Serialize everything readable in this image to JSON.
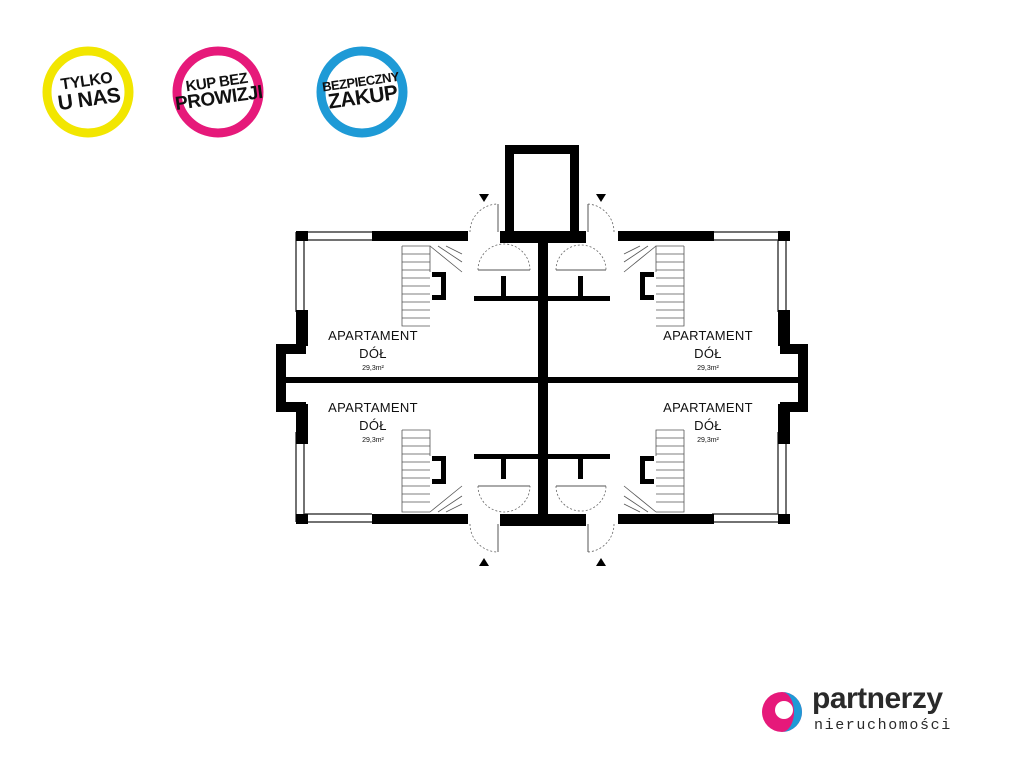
{
  "badges": [
    {
      "line1": "TYLKO",
      "line2": "U NAS",
      "color": "#f2e600"
    },
    {
      "line1": "KUP BEZ",
      "line2": "PROWIZJI",
      "color": "#e6197a"
    },
    {
      "line1": "BEZPIECZNY",
      "line2": "ZAKUP",
      "color": "#1e9ad6"
    }
  ],
  "rooms": [
    {
      "name": "APARTAMENT",
      "level": "DÓŁ",
      "area": "29,3m²"
    },
    {
      "name": "APARTAMENT",
      "level": "DÓŁ",
      "area": "29,3m²"
    },
    {
      "name": "APARTAMENT",
      "level": "DÓŁ",
      "area": "29,3m²"
    },
    {
      "name": "APARTAMENT",
      "level": "DÓŁ",
      "area": "29,3m²"
    }
  ],
  "logo": {
    "main": "partnerzy",
    "sub": "nieruchomości",
    "icon": "partnerzy-logo-icon",
    "colors": [
      "#e6197a",
      "#1e9ad6"
    ]
  },
  "colors": {
    "wall": "#000000",
    "thin": "#444444"
  }
}
